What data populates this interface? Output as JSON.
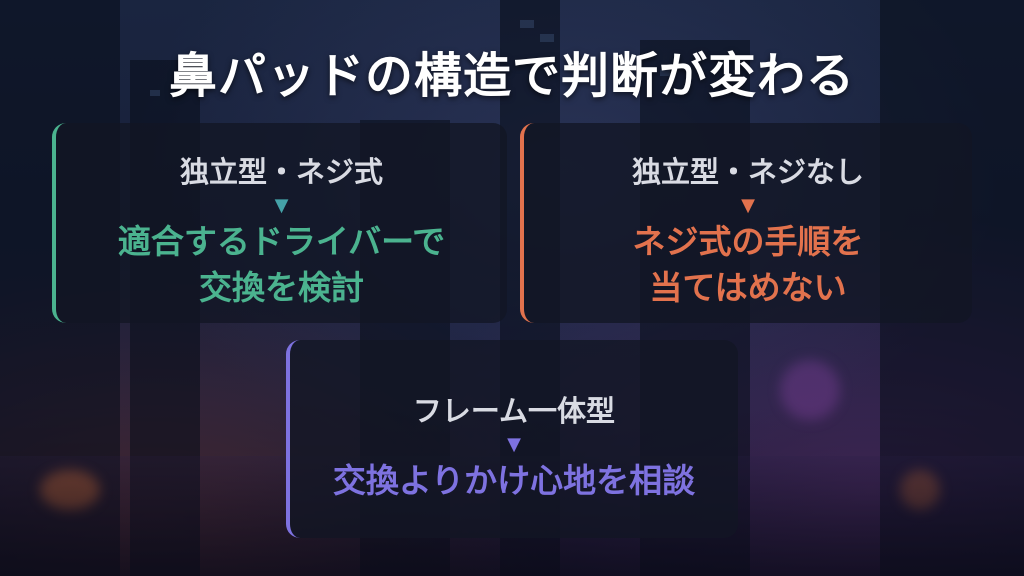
{
  "title": "鼻パッドの構造で判断が変わる",
  "colors": {
    "green": "#4bb38f",
    "orange": "#e2724d",
    "purple": "#7e72e0",
    "arrow_green": "#45a2a8"
  },
  "cards": [
    {
      "head": "独立型・ネジ式",
      "arrow": "▼",
      "body_lines": [
        "適合するドライバーで",
        "交換を検討"
      ],
      "accent": "green"
    },
    {
      "head": "独立型・ネジなし",
      "arrow": "▼",
      "body_lines": [
        "ネジ式の手順を",
        "当てはめない"
      ],
      "accent": "orange"
    },
    {
      "head": "フレーム一体型",
      "arrow": "▼",
      "body_lines": [
        "交換よりかけ心地を相談"
      ],
      "accent": "purple"
    }
  ]
}
